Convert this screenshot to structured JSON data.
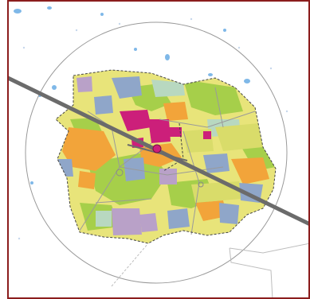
{
  "colors": {
    "frame": "#8b1d1d",
    "background": "#ffffff",
    "residential_light": "#e8e47a",
    "residential": "#d9dc6a",
    "green": "#a6cf4a",
    "commercial_orange": "#f2a43a",
    "blue_gray": "#8fa6c9",
    "lilac": "#b9a1c8",
    "magenta": "#cc1f7a",
    "pale_teal": "#b8d8c0",
    "railway": "#6b6b6b",
    "buffer_circle": "#9a9a9a",
    "water": "#7fb8e8",
    "road": "#9a9a9a"
  },
  "map": {
    "buffer": "circle",
    "railway": "diagonal line",
    "center": "station"
  }
}
